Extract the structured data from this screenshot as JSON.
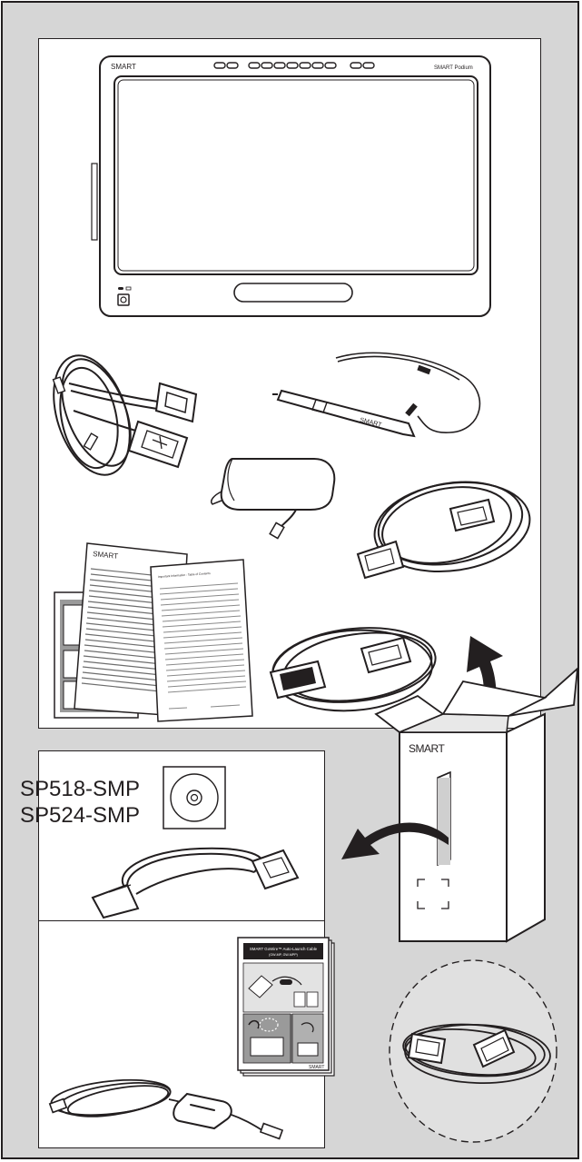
{
  "display": {
    "brand_label": "SMART",
    "model_label": "SMART Podium"
  },
  "pen": {
    "brand_label": "SMART"
  },
  "box": {
    "brand_label": "SMART"
  },
  "booklet_front": {
    "brand_label": "SMART"
  },
  "booklet_toc": {
    "heading": "Important Information - Table of Contents"
  },
  "autolaunch_guide": {
    "title": "SMART GoWire™ Auto-Launch Cable",
    "subtitle": "(GW-MP, GW-MPP)",
    "brand_label": "SMART"
  },
  "models": [
    "SP518-SMP",
    "SP524-SMP"
  ],
  "colors": {
    "ink": "#231f20",
    "background_gray": "#d6d6d6",
    "panel": "#ffffff"
  }
}
